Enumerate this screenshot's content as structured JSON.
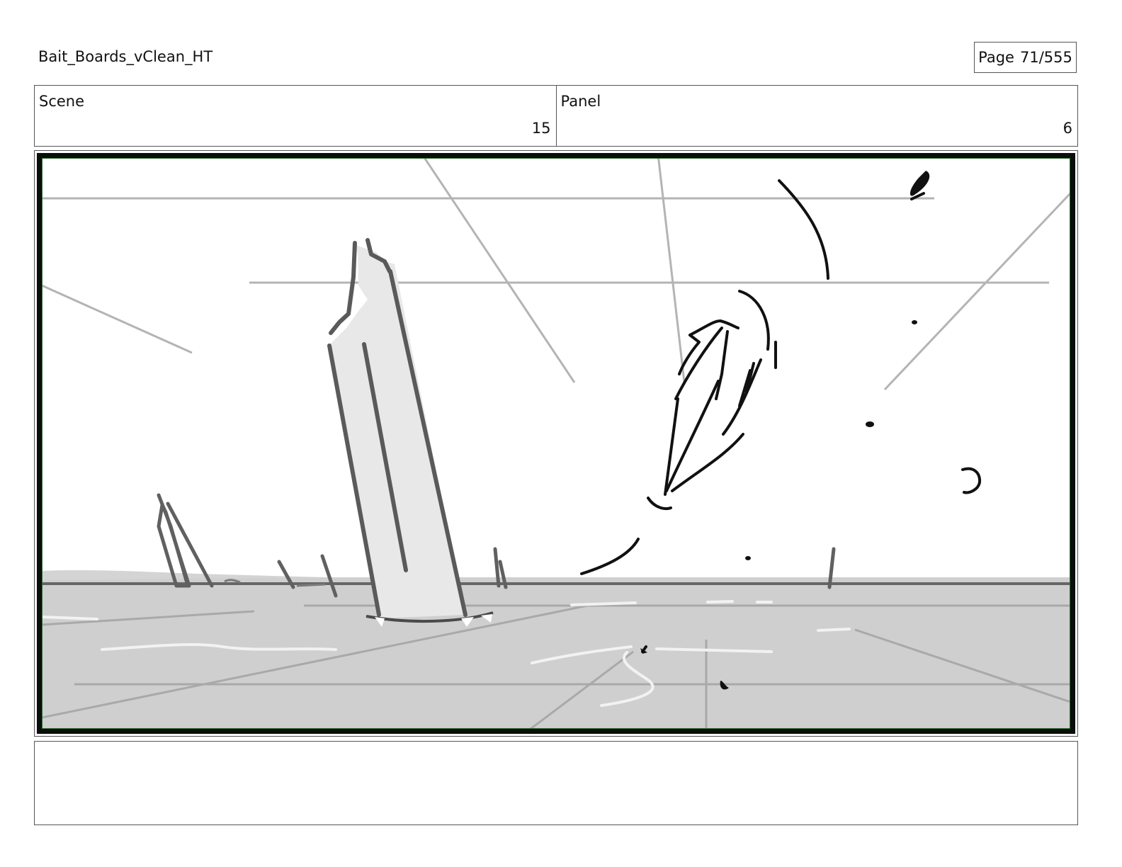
{
  "header": {
    "document_title": "Bait_Boards_vClean_HT",
    "page_label": "Page",
    "page_number": "71/555"
  },
  "info": {
    "scene_label": "Scene",
    "scene_value": "15",
    "panel_label": "Panel",
    "panel_value": "6"
  },
  "notes": {
    "text": ""
  }
}
